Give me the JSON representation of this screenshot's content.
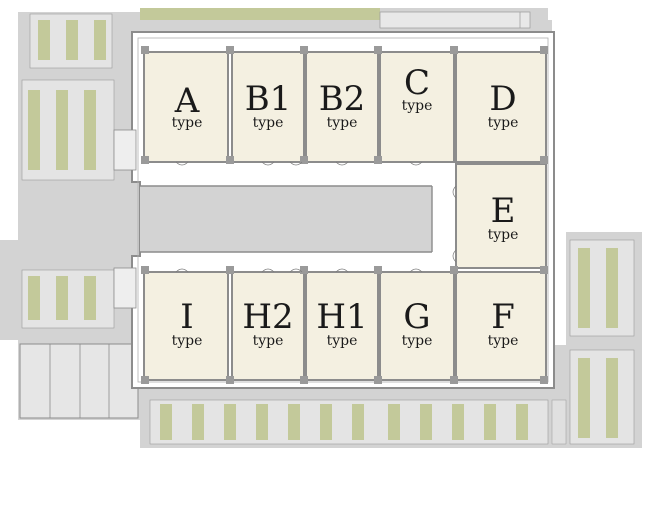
{
  "colors": {
    "ground": "#d3d3d3",
    "unit_fill": "#f4f0e1",
    "wall": "#8c8c8c",
    "corridor": "#ffffff",
    "parking_green": "#c3c99a",
    "text": "#1a1a1a"
  },
  "units": [
    {
      "id": "A",
      "letter": "A",
      "type_label": "type"
    },
    {
      "id": "B1",
      "letter": "B1",
      "type_label": "type"
    },
    {
      "id": "B2",
      "letter": "B2",
      "type_label": "type"
    },
    {
      "id": "C",
      "letter": "C",
      "type_label": "type"
    },
    {
      "id": "D",
      "letter": "D",
      "type_label": "type"
    },
    {
      "id": "E",
      "letter": "E",
      "type_label": "type"
    },
    {
      "id": "F",
      "letter": "F",
      "type_label": "type"
    },
    {
      "id": "G",
      "letter": "G",
      "type_label": "type"
    },
    {
      "id": "H1",
      "letter": "H1",
      "type_label": "type"
    },
    {
      "id": "H2",
      "letter": "H2",
      "type_label": "type"
    },
    {
      "id": "I",
      "letter": "I",
      "type_label": "type"
    }
  ]
}
